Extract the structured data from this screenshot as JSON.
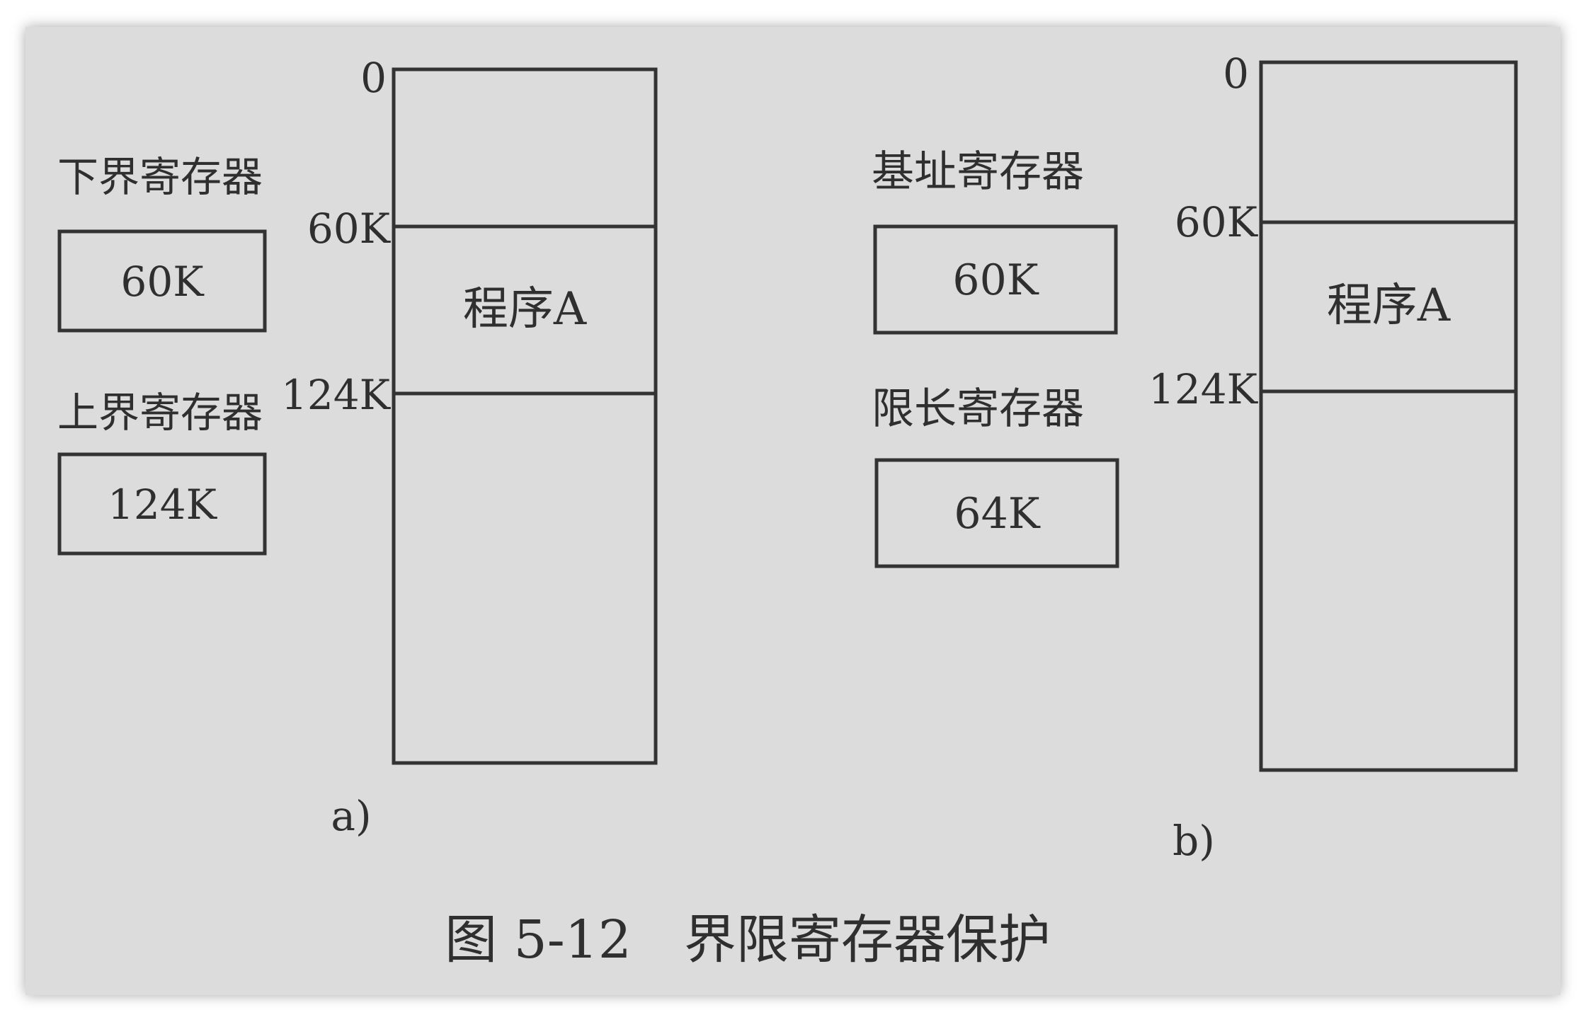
{
  "panel_a": {
    "lower_register_label": "下界寄存器",
    "lower_register_value": "60K",
    "upper_register_label": "上界寄存器",
    "upper_register_value": "124K",
    "address_labels": [
      "0",
      "60K",
      "124K"
    ],
    "program_label": "程序A",
    "caption": "a)"
  },
  "panel_b": {
    "base_register_label": "基址寄存器",
    "base_register_value": "60K",
    "limit_register_label": "限长寄存器",
    "limit_register_value": "64K",
    "address_labels": [
      "0",
      "60K",
      "124K"
    ],
    "program_label": "程序A",
    "caption": "b)"
  },
  "figure_caption": "图 5-12　界限寄存器保护"
}
